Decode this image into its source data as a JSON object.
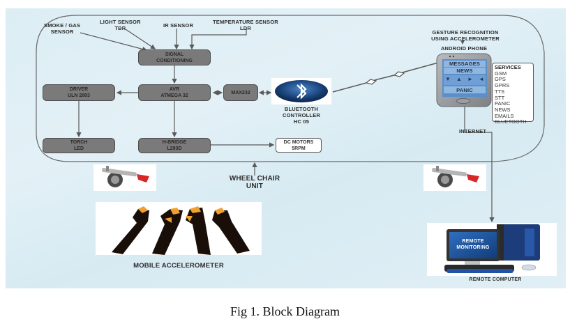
{
  "caption": "Fig 1. Block Diagram",
  "sensors": {
    "smoke": [
      "SMOKE / GAS",
      "SENSOR"
    ],
    "light": [
      "LIGHT SENSOR",
      "TBR"
    ],
    "ir": [
      "IR SENSOR"
    ],
    "temperature": [
      "TEMPERATURE SENSOR",
      "LDR"
    ]
  },
  "blocks": {
    "signal_conditioning": [
      "SIGNAL",
      "CONDITIONING"
    ],
    "avr": [
      "AVR",
      "ATMEGA 32"
    ],
    "driver": [
      "DRIVER",
      "ULN 2803"
    ],
    "max232": [
      "MAX232"
    ],
    "torch": [
      "TORCH",
      "LED"
    ],
    "hbridge": [
      "H-BRIDGE",
      "L293D"
    ],
    "dc_motors": [
      "DC MOTORS",
      "5RPM"
    ]
  },
  "bluetooth": {
    "label": [
      "BLUETOOTH",
      "CONTROLLER",
      "HC 05"
    ],
    "icon": "bluetooth-icon"
  },
  "phone": {
    "gesture_label": [
      "GESTURE RECOGNITION",
      "USING ACCELEROMETER"
    ],
    "title": "ANDROID PHONE",
    "screen_buttons": [
      "MESSAGES",
      "NEWS",
      "PANIC"
    ],
    "nav_icons": [
      "down-arrow-icon",
      "up-arrow-icon",
      "right-arrow-icon",
      "left-arrow-icon"
    ]
  },
  "services": {
    "header": "SERVICES",
    "items": [
      "GSM",
      "GPS",
      "GPRS",
      "TTS",
      "STT",
      "PANIC",
      "NEWS",
      "EMAILS",
      "BLUETOOTH"
    ]
  },
  "internet_label": "INTERNET",
  "wheelchair_label": [
    "WHEEL CHAIR",
    "UNIT"
  ],
  "mobile_accelerometer_label": "MOBILE ACCELEROMETER",
  "remote": {
    "screen_text": [
      "REMOTE",
      "MONITORING"
    ],
    "label": "REMOTE COMPUTER"
  },
  "colors": {
    "block_fill": "#7a7a7a",
    "block_border": "#4d4d4d",
    "connector": "#5a5a5a",
    "background": "#dcedf4",
    "bluetooth_blue": "#1f4f8f",
    "monitor_blue": "#1f5aa8",
    "glove_orange": "#f0a030"
  }
}
